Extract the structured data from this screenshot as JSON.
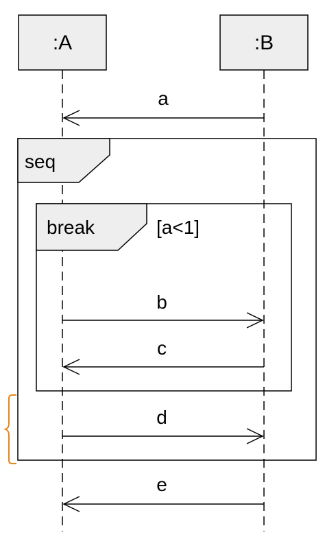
{
  "participants": [
    {
      "label": ":A"
    },
    {
      "label": ":B"
    }
  ],
  "fragments": {
    "seq": {
      "operator": "seq"
    },
    "break": {
      "operator": "break",
      "guard": "[a<1]"
    }
  },
  "messages": [
    {
      "label": "a",
      "from": ":B",
      "to": ":A"
    },
    {
      "label": "b",
      "from": ":A",
      "to": ":B"
    },
    {
      "label": "c",
      "from": ":B",
      "to": ":A"
    },
    {
      "label": "d",
      "from": ":A",
      "to": ":B"
    },
    {
      "label": "e",
      "from": ":B",
      "to": ":A"
    }
  ],
  "colors": {
    "line": "#000000",
    "participant_fill": "#eeeeee",
    "tab_fill": "#eeeeee",
    "highlight_bracket": "#e5861a"
  }
}
